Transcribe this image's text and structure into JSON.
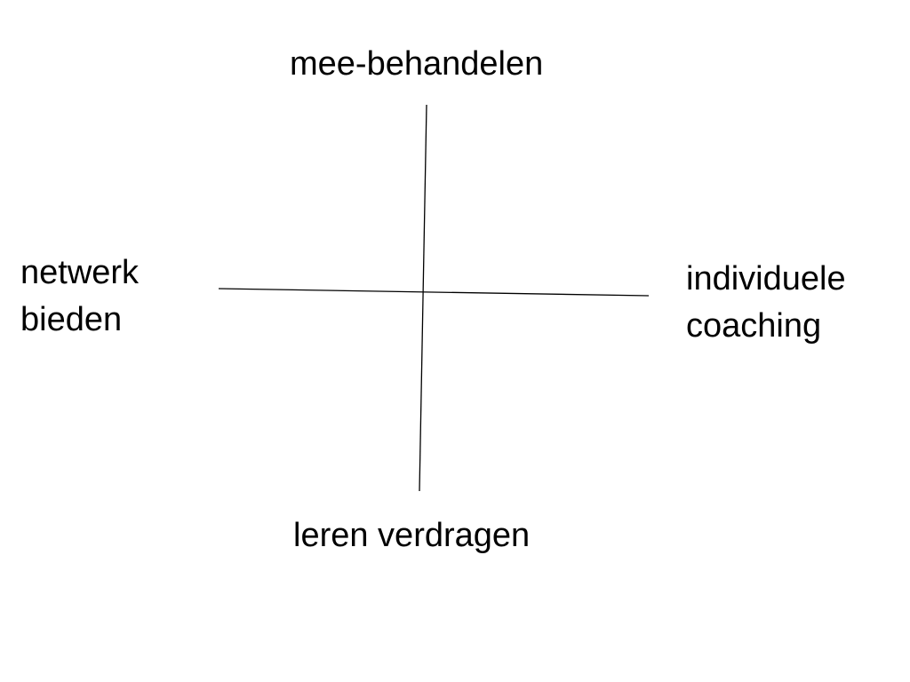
{
  "diagram": {
    "top_label": "mee-behandelen",
    "bottom_label": "leren verdragen",
    "left_label": [
      "netwerk",
      "bieden"
    ],
    "right_label": [
      "individuele",
      "coaching"
    ],
    "line_color": "#000000",
    "background": "#ffffff"
  }
}
